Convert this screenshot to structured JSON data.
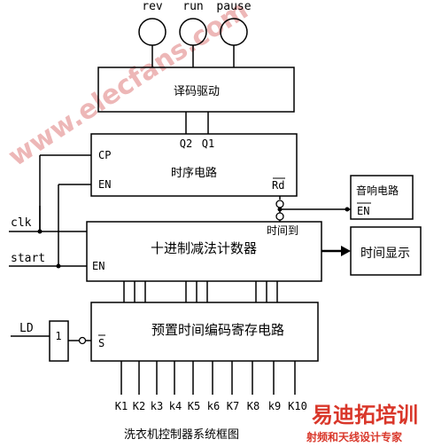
{
  "leds": [
    {
      "id": "rev",
      "label": "rev"
    },
    {
      "id": "run",
      "label": "run"
    },
    {
      "id": "pause",
      "label": "pause"
    }
  ],
  "blocks": {
    "decoder": {
      "title": "译码驱动"
    },
    "timing": {
      "title": "时序电路",
      "q2": "Q2",
      "q1": "Q1",
      "cp": "CP",
      "en": "EN",
      "rd": "Rd"
    },
    "sound": {
      "title": "音响电路",
      "en": "EN"
    },
    "counter": {
      "title": "十进制减法计数器",
      "en": "EN"
    },
    "display": {
      "title": "时间显示"
    },
    "register": {
      "title": "预置时间编码寄存电路",
      "s": "S"
    }
  },
  "signals": {
    "clk": "clk",
    "start": "start",
    "ld": "LD",
    "inverter": "1",
    "time_up": "时间到"
  },
  "keys": [
    "K1",
    "K2",
    "k3",
    "k4",
    "K5",
    "k6",
    "K7",
    "K8",
    "k9",
    "K10"
  ],
  "caption": "洗衣机控制器系统框图",
  "watermarks": {
    "site": "www.elecfans.com",
    "brand": "易迪拓培训",
    "brand_sub": "射频和天线设计专家"
  },
  "colors": {
    "line": "#000000",
    "watermark_red": "#d9372a",
    "watermark_pink": "#e8a0a0"
  }
}
